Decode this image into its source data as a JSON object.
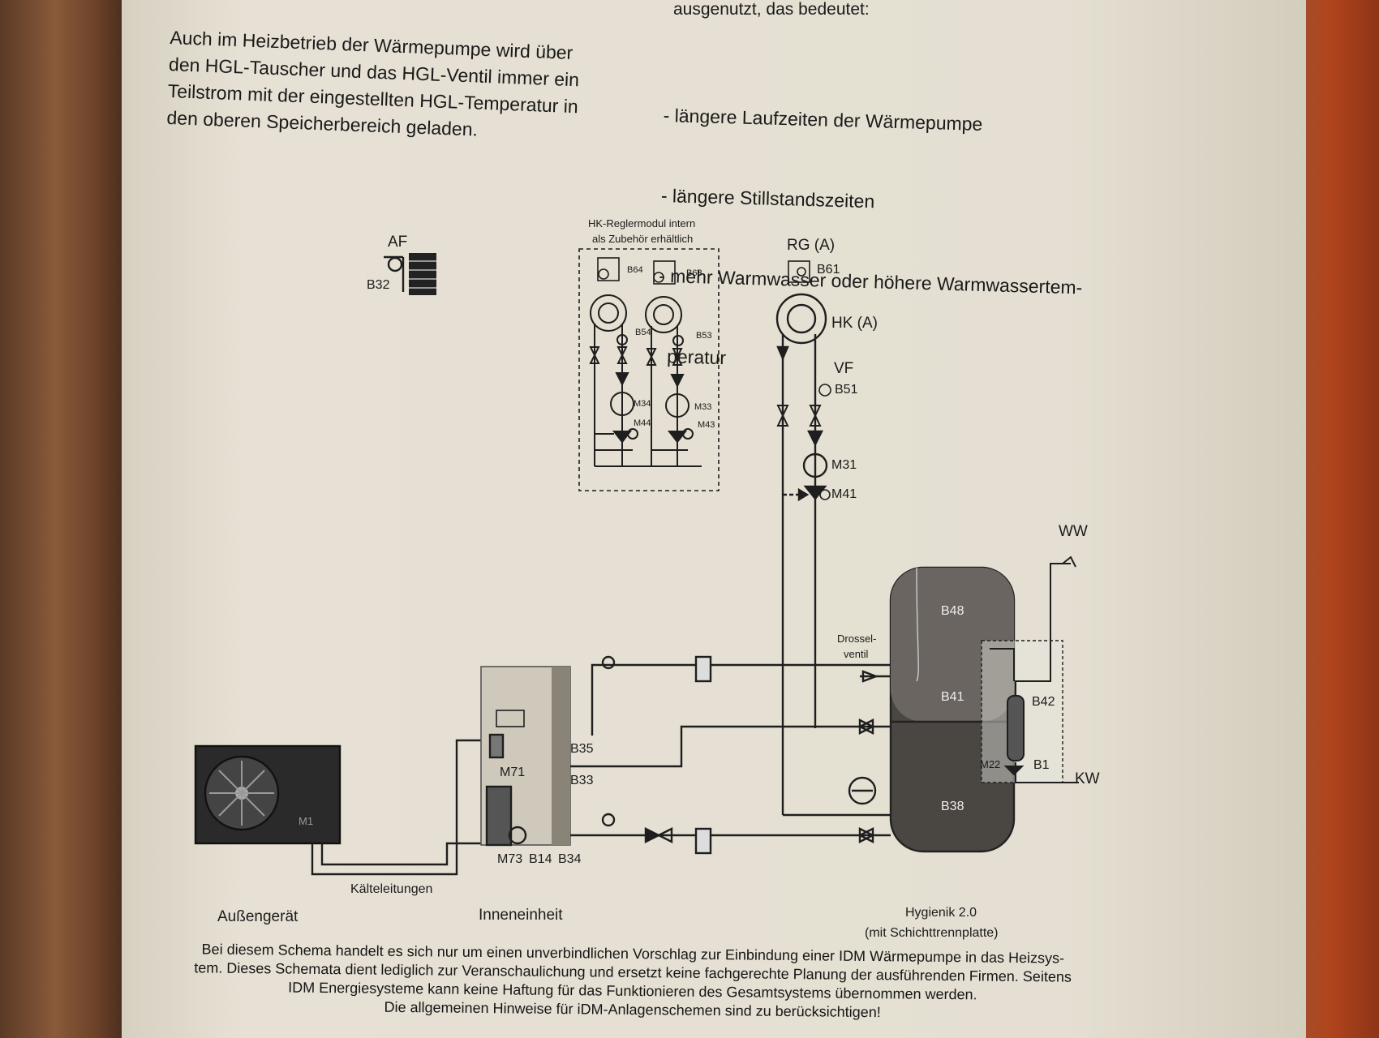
{
  "header": {
    "top_fragment": "ausgenutzt, das bedeutet:",
    "intro_lines": [
      "Auch im Heizbetrieb der  Wärmepumpe wird über",
      "den HGL-Tauscher und das HGL-Ventil immer ein",
      "Teilstrom mit der eingestellten HGL-Temperatur in",
      "den oberen Speicherbereich geladen."
    ],
    "benefits": [
      "- längere Laufzeiten der Wärmepumpe",
      "- längere Stillstandszeiten",
      "- mehr Warmwasser oder höhere Warmwassertem-",
      "  peratur"
    ]
  },
  "diagram": {
    "af": "AF",
    "b32": "B32",
    "module_title_1": "HK-Reglermodul intern",
    "module_title_2": "als Zubehör erhältlich",
    "b64": "B64",
    "b63": "B63",
    "b54": "B54",
    "b53": "B53",
    "m34": "M34",
    "m44": "M44",
    "m33": "M33",
    "m43": "M43",
    "rg": "RG (A)",
    "b61": "B61",
    "hk": "HK (A)",
    "vf": "VF",
    "b51": "B51",
    "m31": "M31",
    "m41": "M41",
    "ww": "WW",
    "kw": "KW",
    "b48": "B48",
    "b41": "B41",
    "b42": "B42",
    "b38": "B38",
    "b1": "B1",
    "m22": "M22",
    "drossel_1": "Drossel-",
    "drossel_2": "ventil",
    "b35": "B35",
    "b33": "B33",
    "m71": "M71",
    "m73": "M73",
    "b14": "B14",
    "b34": "B34",
    "m1": "M1",
    "kaelteleitungen": "Kälteleitungen",
    "aussengeraet": "Außengerät",
    "inneneinheit": "Inneneinheit",
    "hygienik_1": "Hygienik 2.0",
    "hygienik_2": "(mit Schichttrennplatte)"
  },
  "footer": {
    "lines": [
      "Bei diesem Schema handelt es sich nur um einen unverbindlichen Vorschlag zur Einbindung einer IDM Wärmepumpe in das Heizsys-",
      "tem. Dieses Schemata dient lediglich zur Veranschaulichung und ersetzt keine fachgerechte Planung der ausführenden Firmen. Seitens",
      "IDM Energiesysteme kann keine Haftung für das Funktionieren des Gesamtsystems übernommen werden.",
      "Die allgemeinen Hinweise für iDM-Anlagenschemen sind zu berücksichtigen!"
    ]
  }
}
